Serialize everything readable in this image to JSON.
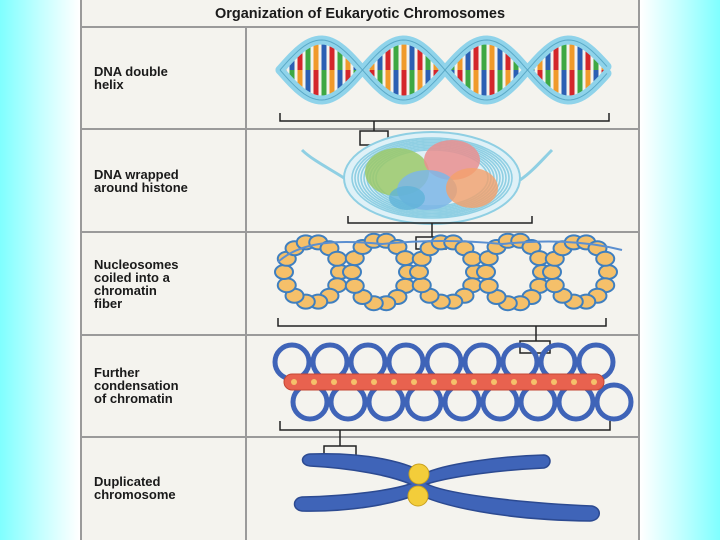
{
  "title": "Organization of Eukaryotic Chromosomes",
  "stages": [
    {
      "label": "DNA double\nhelix"
    },
    {
      "label": "DNA wrapped\naround histone"
    },
    {
      "label": "Nucleosomes\ncoiled into a\nchromatin\nfiber"
    },
    {
      "label": "Further\ncondensation\nof chromatin"
    },
    {
      "label": "Duplicated\nchromosome"
    }
  ],
  "colors": {
    "helix_backbone": "#8fd3ea",
    "base_red": "#d4262a",
    "base_green": "#3ea843",
    "base_orange": "#f09a2a",
    "base_blue": "#2b5fb3",
    "histone": "#f5c06a",
    "chromosome": "#3f64b8",
    "centromere": "#f3cd3a",
    "scaffold": "#e8624f"
  }
}
